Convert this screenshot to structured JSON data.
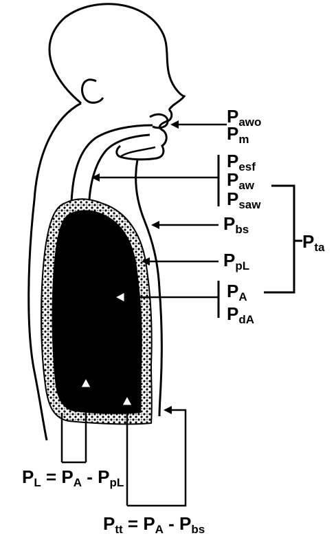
{
  "labels": {
    "awo": {
      "main": "P",
      "sub": "awo"
    },
    "m": {
      "main": "P",
      "sub": "m"
    },
    "esf": {
      "main": "P",
      "sub": "esf"
    },
    "aw": {
      "main": "P",
      "sub": "aw"
    },
    "saw": {
      "main": "P",
      "sub": "saw"
    },
    "bs": {
      "main": "P",
      "sub": "bs"
    },
    "ta": {
      "main": "P",
      "sub": "ta"
    },
    "pl": {
      "main": "P",
      "sub": "pL"
    },
    "A": {
      "main": "P",
      "sub": "A"
    },
    "dA": {
      "main": "P",
      "sub": "dA"
    }
  },
  "equations": {
    "transpulmonary": {
      "lhs_main": "P",
      "lhs_sub": "L",
      "eq": " = ",
      "t1_main": "P",
      "t1_sub": "A",
      "minus": " - ",
      "t2_main": "P",
      "t2_sub": "pL"
    },
    "transthoracic": {
      "lhs_main": "P",
      "lhs_sub": "tt",
      "eq": " = ",
      "t1_main": "P",
      "t1_sub": "A",
      "minus": " - ",
      "t2_main": "P",
      "t2_sub": "bs"
    }
  },
  "colors": {
    "ink": "#000000",
    "paper": "#ffffff"
  }
}
